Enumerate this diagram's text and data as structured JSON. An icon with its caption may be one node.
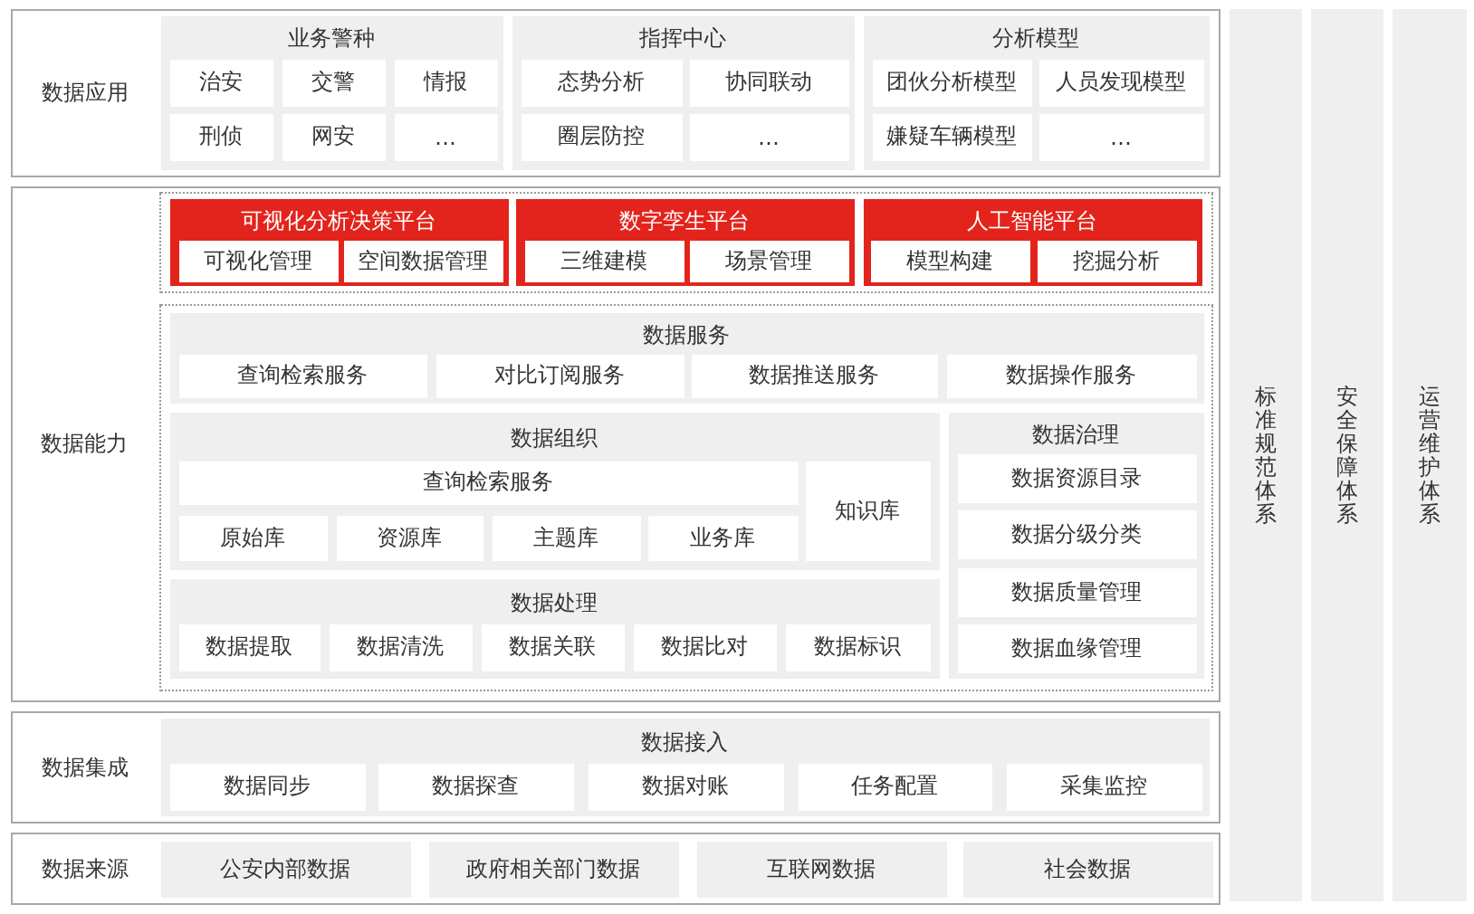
{
  "diagram": {
    "nodes": [
      {
        "text": [
          "数据应用"
        ]
      },
      {
        "text": [
          "业务警种"
        ],
        "in": 0
      },
      {
        "text": [
          "治安"
        ],
        "in": 1
      },
      {
        "text": [
          "交警"
        ],
        "in": 1
      },
      {
        "text": [
          "情报"
        ],
        "in": 1
      },
      {
        "text": [
          "刑侦"
        ],
        "in": 1
      },
      {
        "text": [
          "网安"
        ],
        "in": 1
      },
      {
        "text": [
          "…"
        ],
        "in": 1
      },
      {
        "text": [
          "指挥中心"
        ],
        "in": 0
      },
      {
        "text": [
          "态势分析"
        ],
        "in": 8
      },
      {
        "text": [
          "协同联动"
        ],
        "in": 8
      },
      {
        "text": [
          "圈层防控"
        ],
        "in": 8
      },
      {
        "text": [
          "…"
        ],
        "in": 8
      },
      {
        "text": [
          "分析模型"
        ],
        "in": 0
      },
      {
        "text": [
          "团伙分析模型"
        ],
        "in": 13
      },
      {
        "text": [
          "人员发现模型"
        ],
        "in": 13
      },
      {
        "text": [
          "嫌疑车辆模型"
        ],
        "in": 13
      },
      {
        "text": [
          "…"
        ],
        "in": 13
      },
      {
        "text": [
          "数据能力"
        ]
      },
      {
        "text": [],
        "shape": "box",
        "in": 18
      },
      {
        "text": [
          "可视化分析决策平台"
        ],
        "in": 19
      },
      {
        "text": [
          "可视化管理"
        ],
        "in": 20
      },
      {
        "text": [
          "空间数据管理"
        ],
        "in": 20
      },
      {
        "text": [
          "数字孪生平台"
        ],
        "in": 19
      },
      {
        "text": [
          "三维建模"
        ],
        "in": 23
      },
      {
        "text": [
          "场景管理"
        ],
        "in": 23
      },
      {
        "text": [
          "人工智能平台"
        ],
        "in": 19
      },
      {
        "text": [
          "模型构建"
        ],
        "in": 26
      },
      {
        "text": [
          "挖掘分析"
        ],
        "in": 26
      },
      {
        "text": [],
        "shape": "box",
        "in": 18
      },
      {
        "text": [
          "数据服务"
        ],
        "in": 29
      },
      {
        "text": [
          "查询检索服务"
        ],
        "in": 30
      },
      {
        "text": [
          "对比订阅服务"
        ],
        "in": 30
      },
      {
        "text": [
          "数据推送服务"
        ],
        "in": 30
      },
      {
        "text": [
          "数据操作服务"
        ],
        "in": 30
      },
      {
        "text": [
          "数据组织"
        ],
        "in": 29
      },
      {
        "text": [
          "查询检索服务"
        ],
        "in": 35
      },
      {
        "text": [
          "知识库"
        ],
        "in": 35
      },
      {
        "text": [
          "原始库"
        ],
        "in": 35
      },
      {
        "text": [
          "资源库"
        ],
        "in": 35
      },
      {
        "text": [
          "主题库"
        ],
        "in": 35
      },
      {
        "text": [
          "业务库"
        ],
        "in": 35
      },
      {
        "text": [
          "数据处理"
        ],
        "in": 29
      },
      {
        "text": [
          "数据提取"
        ],
        "in": 42
      },
      {
        "text": [
          "数据清洗"
        ],
        "in": 42
      },
      {
        "text": [
          "数据关联"
        ],
        "in": 42
      },
      {
        "text": [
          "数据比对"
        ],
        "in": 42
      },
      {
        "text": [
          "数据标识"
        ],
        "in": 42
      },
      {
        "text": [
          "数据治理"
        ],
        "in": 29
      },
      {
        "text": [
          "数据资源目录"
        ],
        "in": 48
      },
      {
        "text": [
          "数据分级分类"
        ],
        "in": 48
      },
      {
        "text": [
          "数据质量管理"
        ],
        "in": 48
      },
      {
        "text": [
          "数据血缘管理"
        ],
        "in": 48
      },
      {
        "text": [
          "数据集成"
        ]
      },
      {
        "text": [
          "数据接入"
        ],
        "in": 53
      },
      {
        "text": [
          "数据同步"
        ],
        "in": 54
      },
      {
        "text": [
          "数据探查"
        ],
        "in": 54
      },
      {
        "text": [
          "数据对账"
        ],
        "in": 54
      },
      {
        "text": [
          "任务配置"
        ],
        "in": 54
      },
      {
        "text": [
          "采集监控"
        ],
        "in": 54
      },
      {
        "text": [
          "数据来源"
        ]
      },
      {
        "text": [
          "公安内部数据"
        ],
        "in": 60
      },
      {
        "text": [
          "政府相关部门数据"
        ],
        "in": 60
      },
      {
        "text": [
          "互联网数据"
        ],
        "in": 60
      },
      {
        "text": [
          "社会数据"
        ],
        "in": 60
      },
      {
        "text": [
          "标准规范体系"
        ]
      },
      {
        "text": [
          "安全保障体系"
        ]
      },
      {
        "text": [
          "运营维护体系"
        ]
      }
    ]
  }
}
